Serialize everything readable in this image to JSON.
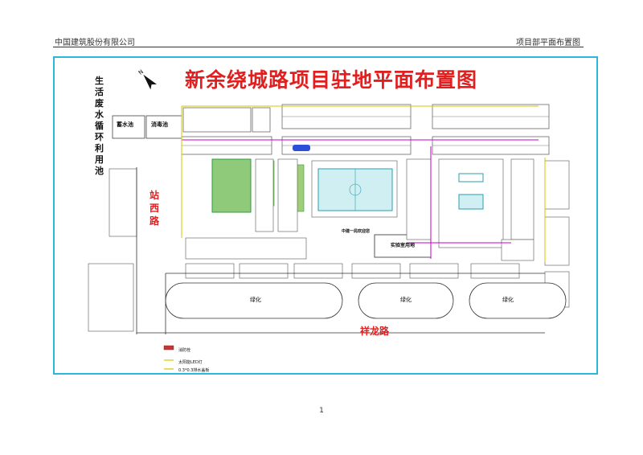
{
  "header": {
    "company": "中国建筑股份有限公司",
    "doc_title": "项目部平面布置图"
  },
  "plan": {
    "title": "新余绕城路项目驻地平面布置图",
    "side_note": "生活废水循环利用池",
    "road_west": "站西路",
    "road_south": "祥龙路",
    "labels": {
      "reservoir": "蓄水池",
      "disinfection": "消毒池",
      "greening_1": "绿化",
      "greening_2": "绿化",
      "greening_3": "绿化",
      "lab": "实验室用地",
      "court_note": "中建一局欢迎您"
    },
    "legend": [
      "消防栓",
      "太阳能LED灯",
      "0.3*0.3排水盖板"
    ]
  },
  "colors": {
    "frame": "#2bb7d9",
    "title": "#e02020",
    "building": "#555555",
    "greening": "#2e9e3a",
    "pavement_line": "#d9c400",
    "fence": "#c800c8"
  },
  "footer": {
    "page_number": "1"
  }
}
